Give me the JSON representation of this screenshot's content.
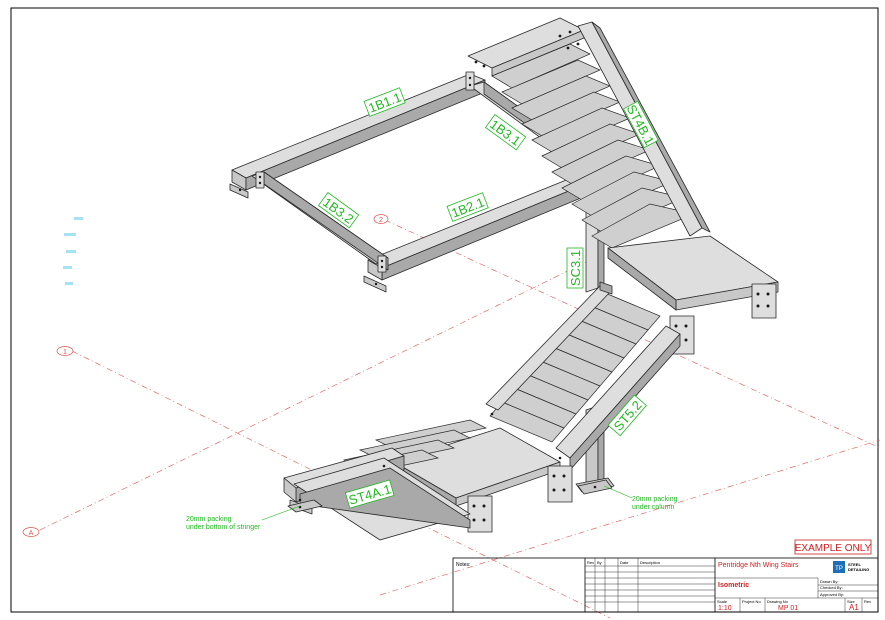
{
  "members": {
    "b1": "1B1.1",
    "b3_1": "1B3.1",
    "b3_2": "1B3.2",
    "b2": "1B2.1",
    "s4b": "ST4B.1",
    "sc3": "SC3.1",
    "st5": "ST5.2",
    "st4a": "ST4A.1"
  },
  "gridlines": {
    "one": "1",
    "two": "2",
    "a": "A"
  },
  "notes_text": {
    "packing_stringer_1": "20mm packing",
    "packing_stringer_2": "under bottom of stringer",
    "packing_column_1": "20mm packing",
    "packing_column_2": "under column"
  },
  "stamp": "EXAMPLE ONLY",
  "title_block": {
    "notes_label": "Notes:",
    "rev_headers": [
      "Rev",
      "By",
      "Date",
      "Description"
    ],
    "project": "Pentridge Nth Wing Stairs",
    "drawing_title": "Isometric",
    "company_line1": "TP",
    "company_line2": "STEEL",
    "company_line3": "DETAILING",
    "drawn_by": "Drawn By:",
    "checked_by": "Checked By:",
    "approved_by": "Approved By:",
    "scale_label": "Scale",
    "scale": "1:10",
    "project_no_label": "Project No",
    "drawing_no_label": "Drawing No",
    "drawing_no": "MP 01",
    "size_label": "Size",
    "size": "A1",
    "rev_label": "Rev"
  },
  "colors": {
    "member_label": "#22b822",
    "gridline": "#e05050",
    "title_red": "#cc2222",
    "logo_blue": "#1d6fb8"
  }
}
